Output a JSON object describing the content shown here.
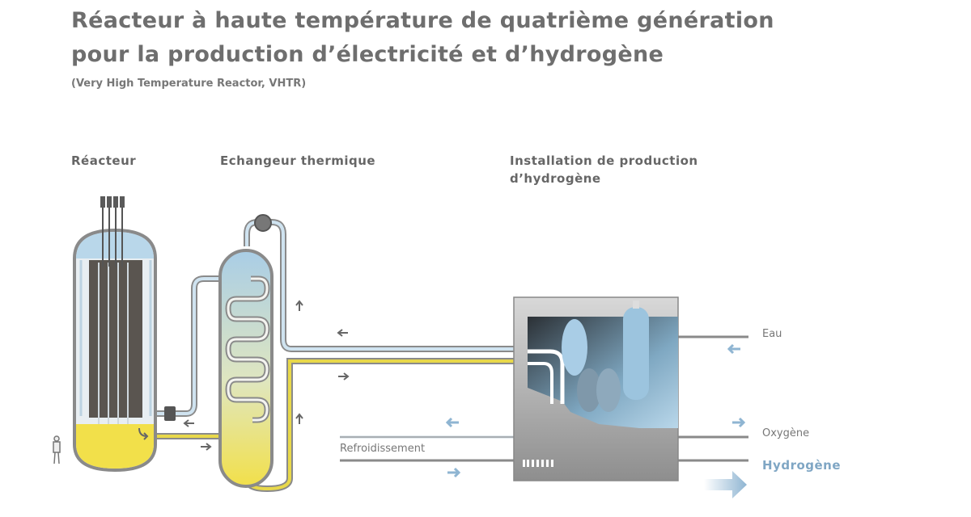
{
  "title": {
    "line1": "Réacteur à haute température de quatrième génération",
    "line2": "pour la production d’électricité et d’hydrogène",
    "subtitle": "(Very High Temperature Reactor, VHTR)"
  },
  "sections": {
    "reactor": "Réacteur",
    "exchanger": "Echangeur thermique",
    "plant_line1": "Installation de production",
    "plant_line2": "d’hydrogène"
  },
  "flows": {
    "water": "Eau",
    "oxygen": "Oxygène",
    "hydrogen": "Hydrogène",
    "cooling": "Refroidissement"
  },
  "colors": {
    "hot": "#f2e04a",
    "cold": "#b9d7ea",
    "pipe": "#8a8a8a",
    "text": "#6e6e6e",
    "hydrogen": "#7fa6c4"
  }
}
